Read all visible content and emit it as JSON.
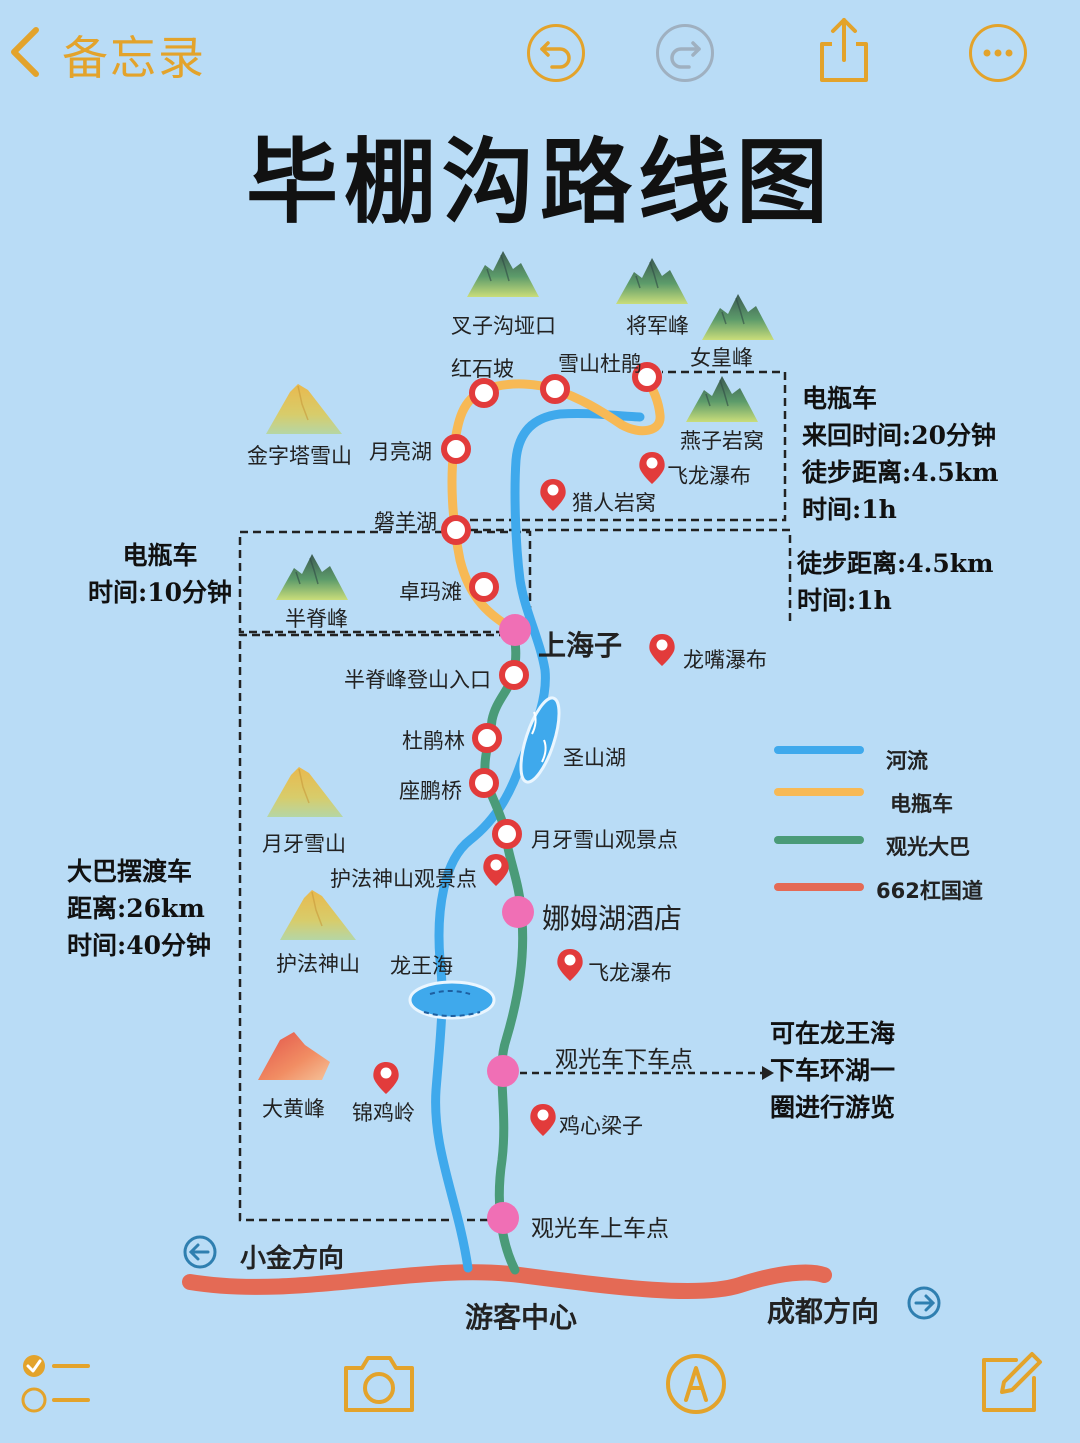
{
  "topbar": {
    "back_label": "备忘录"
  },
  "map": {
    "title": "毕棚沟路线图",
    "peaks": {
      "chazigou": "叉子沟垭口",
      "jiangjun": "将军峰",
      "nvhuang": "女皇峰",
      "jinzita": "金字塔雪山",
      "banji": "半脊峰",
      "yueya": "月牙雪山",
      "hufa": "护法神山",
      "dahuang": "大黄峰"
    },
    "stops": {
      "hongshipo": "红石坡",
      "xueshan_dujuan": "雪山杜鹃",
      "yuelianghu": "月亮湖",
      "panyanghu": "磐羊湖",
      "zhuomatan": "卓玛滩",
      "banji_entry": "半脊峰登山入口",
      "dujuanlin": "杜鹃林",
      "zuopengqiao": "座鹏桥",
      "yueya_view": "月牙雪山观景点"
    },
    "places": {
      "yanziyanwo": "燕子岩窝",
      "feilong_top": "飞龙瀑布",
      "lierenyanwo": "猎人岩窝",
      "shanghaizi": "上海子",
      "longzui": "龙嘴瀑布",
      "shengshanhu": "圣山湖",
      "hufa_view": "护法神山观景点",
      "namuhu": "娜姆湖酒店",
      "feilong_bottom": "飞龙瀑布",
      "longwanghai": "龙王海",
      "guanguang_xia": "观光车下车点",
      "jixinliangzi": "鸡心梁子",
      "jinjiling": "锦鸡岭",
      "guanguang_shang": "观光车上车点",
      "visitor_center": "游客中心",
      "xiaojin": "小金方向",
      "chengdu": "成都方向"
    },
    "info_upper": [
      "电瓶车",
      "来回时间:20分钟",
      "徒步距离:4.5km",
      "时间:1h"
    ],
    "info_middle_right": [
      "徒步距离:4.5km",
      "时间:1h"
    ],
    "info_middle_left": [
      "电瓶车",
      "时间:10分钟"
    ],
    "info_bus": [
      "大巴摆渡车",
      "距离:26km",
      "时间:40分钟"
    ],
    "note": [
      "可在龙王海",
      "下车环湖一",
      "圈进行游览"
    ],
    "legend": [
      {
        "label": "河流",
        "color": "#3fa9ec"
      },
      {
        "label": "电瓶车",
        "color": "#f7b955"
      },
      {
        "label": "观光大巴",
        "color": "#4a9b78"
      },
      {
        "label": "662杠国道",
        "color": "#e46a55"
      }
    ]
  }
}
